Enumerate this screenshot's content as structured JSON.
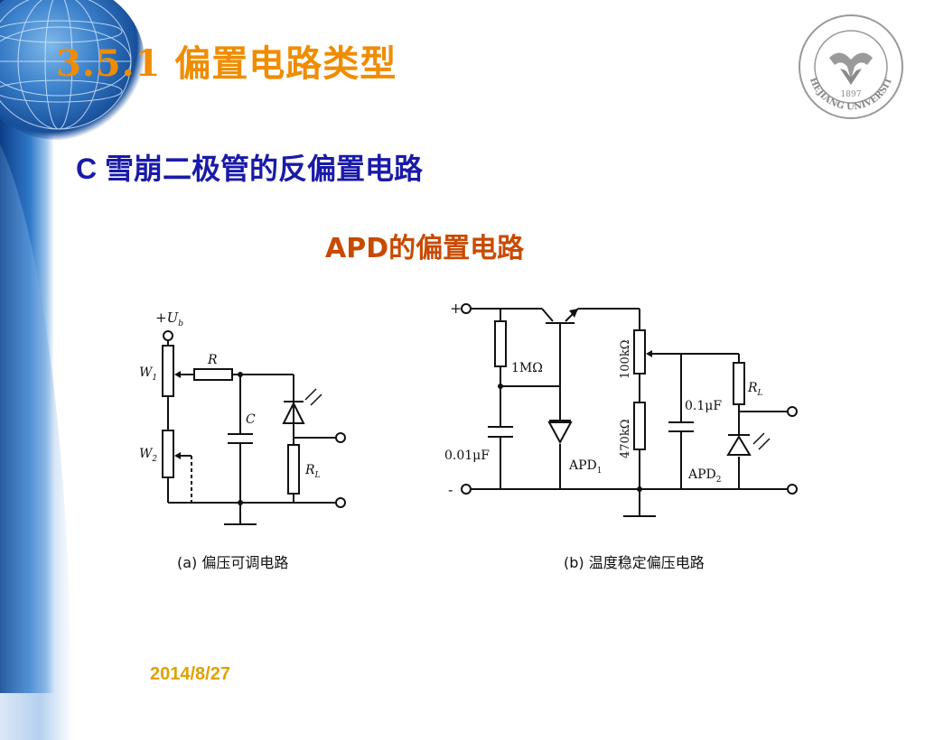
{
  "slide": {
    "title": "3.5.1 偏置电路类型",
    "subtitle": "C 雪崩二极管的反偏置电路",
    "figure_title": "APD的偏置电路",
    "date": "2014/8/27"
  },
  "logo": {
    "name": "ZHEJIANG UNIVERSITY",
    "year": "1897"
  },
  "circuit_a": {
    "caption": "(a) 偏压可调电路",
    "labels": {
      "supply": "+U",
      "supply_sub": "b",
      "w1": "W",
      "w1_sub": "1",
      "w2": "W",
      "w2_sub": "2",
      "resistor": "R",
      "capacitor": "C",
      "load": "R",
      "load_sub": "L"
    }
  },
  "circuit_b": {
    "caption": "(b) 温度稳定偏压电路",
    "labels": {
      "plus": "+",
      "minus": "-",
      "r1": "1MΩ",
      "c1": "0.01μF",
      "apd1": "APD",
      "apd1_sub": "1",
      "r_top": "100kΩ",
      "r_bottom": "470kΩ",
      "c2": "0.1μF",
      "load": "R",
      "load_sub": "L",
      "apd2": "APD",
      "apd2_sub": "2"
    }
  }
}
